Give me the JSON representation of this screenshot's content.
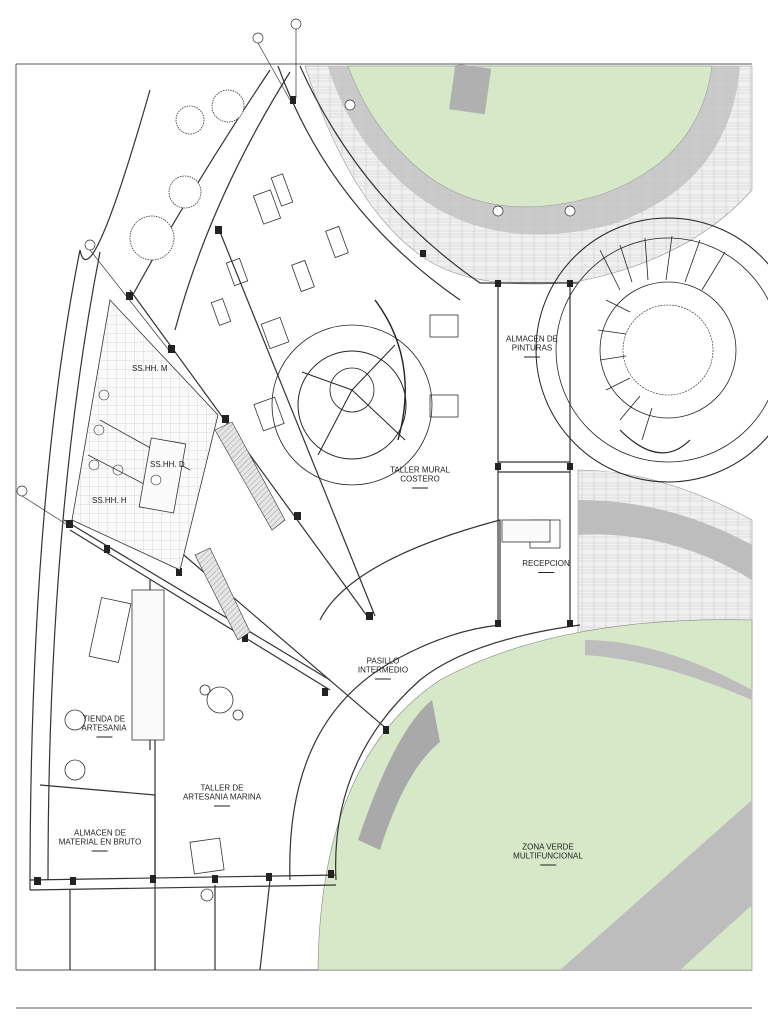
{
  "colors": {
    "paper": "#ffffff",
    "grass": "#d6e8c8",
    "paving": "#ececec",
    "wall": "#9a9a9a",
    "line": "#222222",
    "hatch": "#cfcfcf"
  },
  "rooms": {
    "almacen_pinturas": "ALMACEN DE\nPINTURAS",
    "taller_mural": "TALLER MURAL\nCOSTERO",
    "recepcion": "RECEPCION",
    "pasillo": "PASILLO\nINTERMEDIO",
    "tienda": "TIENDA DE\nARTESANIA",
    "taller_artesania": "TALLER DE\nARTESANIA MARINA",
    "almacen_material": "ALMACEN DE\nMATERIAL EN BRUTO",
    "zona_verde": "ZONA VERDE\nMULTIFUNCIONAL",
    "sshh_m": "SS.HH. M",
    "sshh_d": "SS.HH. D",
    "sshh_h": "SS.HH. H"
  }
}
